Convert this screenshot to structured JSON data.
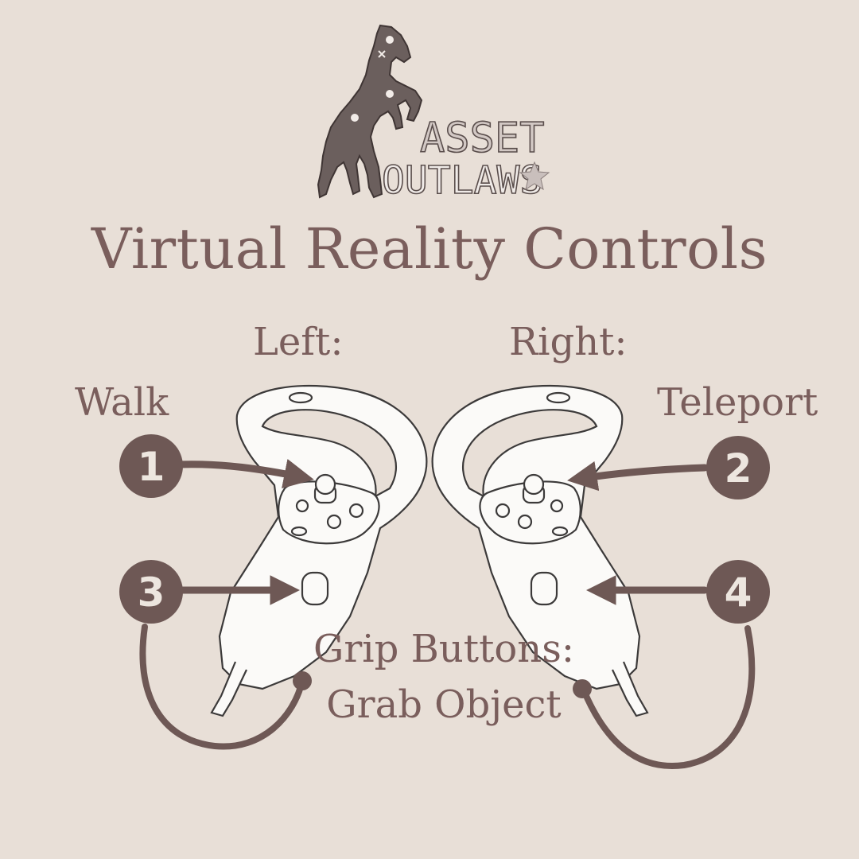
{
  "logo": {
    "word_top": "ASSET",
    "word_bottom": "OUTLAWS",
    "horse_icon": "rearing-horse-icon",
    "star_icon": "star-icon"
  },
  "title": "Virtual Reality Controls",
  "left": {
    "heading": "Left:",
    "action": "Walk"
  },
  "right": {
    "heading": "Right:",
    "action": "Teleport"
  },
  "grip": {
    "heading": "Grip Buttons:",
    "action": "Grab Object"
  },
  "markers": [
    "1",
    "2",
    "3",
    "4"
  ],
  "colors": {
    "background": "#e8dfd7",
    "text": "#7a5e5c",
    "marker": "#6e5855",
    "controller_outline": "#3c3a3a",
    "controller_fill": "#fbfaf8"
  }
}
